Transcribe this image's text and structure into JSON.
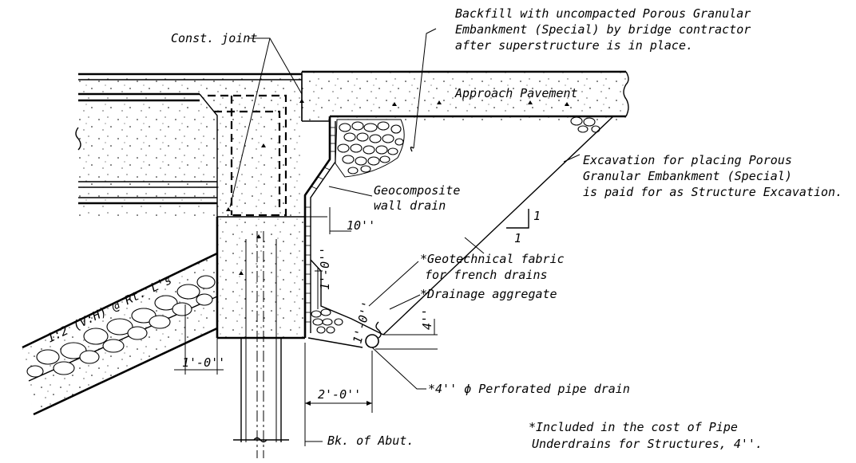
{
  "diagram": {
    "callouts": {
      "backfill": [
        "Backfill with uncompacted Porous Granular",
        "Embankment (Special) by bridge contractor",
        "after superstructure is in place."
      ],
      "const_joint": "Const. joint",
      "approach_pavement": "Approach Pavement",
      "excavation": [
        "Excavation for placing Porous",
        "Granular Embankment (Special)",
        "is paid for as Structure Excavation."
      ],
      "geocomposite": [
        "Geocomposite",
        "wall drain"
      ],
      "geotech_fabric": [
        "*Geotechnical fabric",
        "for french drains"
      ],
      "drainage_aggregate": "*Drainage aggregate",
      "pipe_drain": "*4'' ϕ Perforated pipe drain",
      "included_note": [
        "*Included in the cost of Pipe",
        "Underdrains for Structures, 4''."
      ],
      "slope_label": "1:2 (V:H) @ Rt. L's",
      "bk_abut": "Bk. of Abut."
    },
    "dimensions": {
      "ten_in": "10''",
      "one_ft_a": "1'-0''",
      "one_ft_b": "1'-0''",
      "four_in": "4''",
      "one_ft_c": "1'-0''",
      "two_ft": "2'-0''",
      "slope_v": "1",
      "slope_h": "1"
    }
  }
}
